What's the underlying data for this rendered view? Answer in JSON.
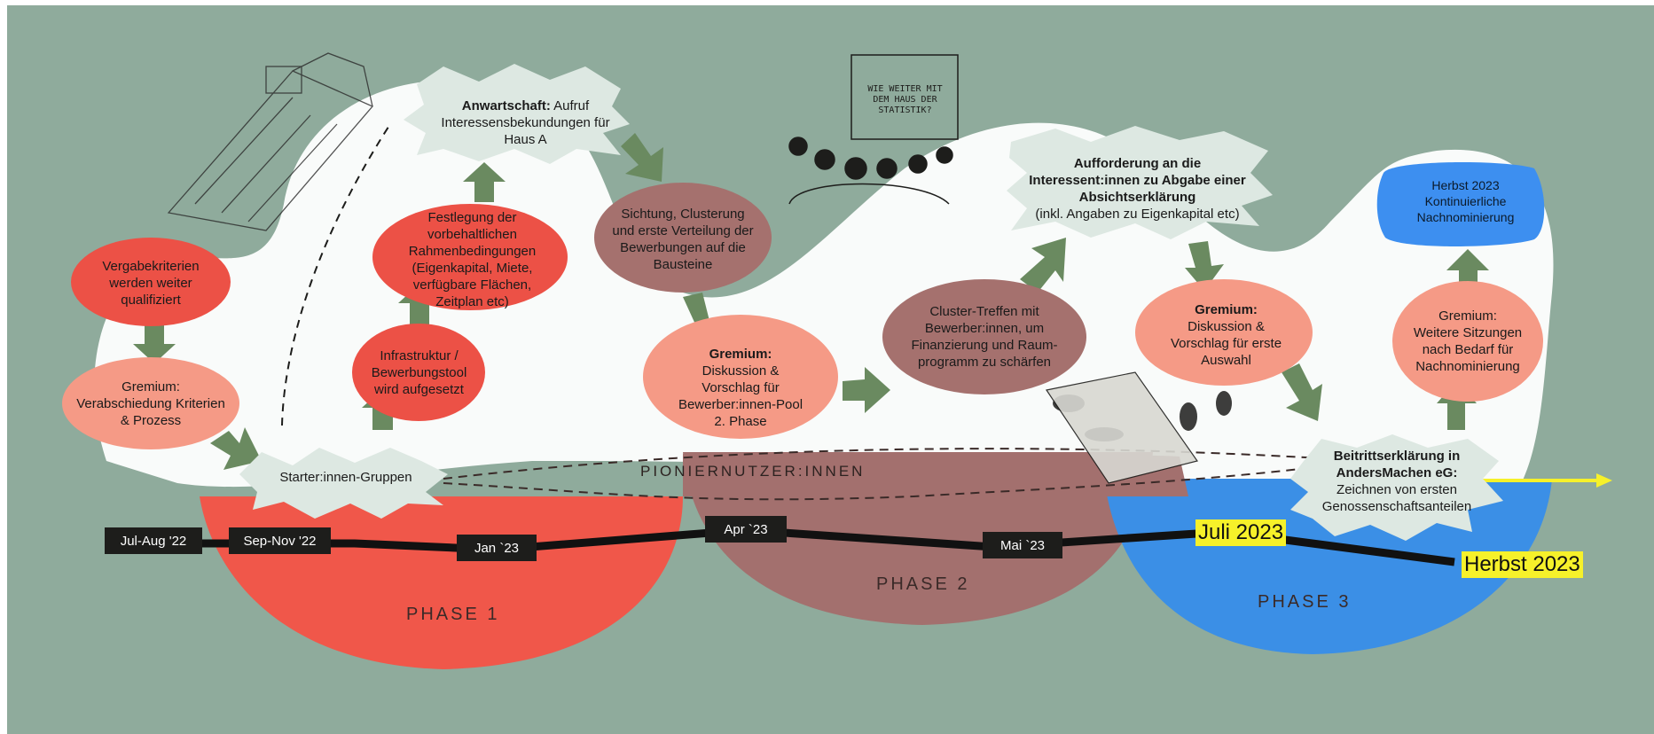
{
  "nodes": {
    "vergabekriterien": "Vergabekriterien werden weiter qualifiziert",
    "gremium1_title": "Gremium:",
    "gremium1_text": "Verabschiedung Kriterien & Prozess",
    "starter": "Starter:innen-Gruppen",
    "infrastruktur": "Infrastruktur / Bewerbungstool wird aufgesetzt",
    "festlegung": "Festlegung der vorbehaltlichen Rahmenbedingungen (Eigenkapital, Miete, verfügbare Flächen, Zeitplan etc)",
    "anwartschaft_bold": "Anwartschaft:",
    "anwartschaft_text": "Aufruf Interessensbekundungen für Haus A",
    "sichtung": "Sichtung, Clusterung und erste Verteilung der Bewerbungen auf die Bausteine",
    "gremium2_title": "Gremium:",
    "gremium2_text": "Diskussion & Vorschlag für Bewerber:innen-Pool 2. Phase",
    "cluster": "Cluster-Treffen mit Bewerber:innen, um Finanzierung und Raum-programm zu schärfen",
    "aufforderung_bold": "Aufforderung an die Interessent:innen zu Abgabe einer Absichtserklärung",
    "aufforderung_text": "(inkl. Angaben zu Eigenkapital etc)",
    "gremium3_title": "Gremium:",
    "gremium3_text": "Diskussion & Vorschlag für erste Auswahl",
    "beitritt_bold": "Beitrittserklärung in AndersMachen eG:",
    "beitritt_text": "Zeichnen von ersten Genossenschaftsanteilen",
    "gremium4_title": "Gremium:",
    "gremium4_text": "Weitere Sitzungen nach Bedarf für Nachnominierung",
    "herbst_box_title": "Herbst 2023",
    "herbst_box_text": "Kontinuierliche Nachnominierung"
  },
  "timeline": {
    "dates": [
      "Jul-Aug '22",
      "Sep-Nov '22",
      "Jan `23",
      "Apr `23",
      "Mai `23"
    ],
    "highlight_juli": "Juli 2023",
    "highlight_herbst": "Herbst 2023"
  },
  "phases": {
    "phase1": "PHASE 1",
    "phase2": "PHASE 2",
    "phase3": "PHASE 3",
    "pioniernutzer": "PIONIERNUTZER:INNEN"
  },
  "sketch": {
    "board_text": "WIE WEITER MIT DEM HAUS DER STATISTIK?"
  },
  "colors": {
    "background": "#8fab9c",
    "phase1": "#f0574a",
    "phase2": "#a3706e",
    "phase3": "#3b8fe6",
    "node_red": "#ec5146",
    "node_salmon": "#f59a86",
    "node_mauve": "#a5716e",
    "node_light": "#dde8e2",
    "node_blue": "#3d8ff0",
    "arrow": "#6a8a60",
    "highlight": "#f6f12a"
  }
}
